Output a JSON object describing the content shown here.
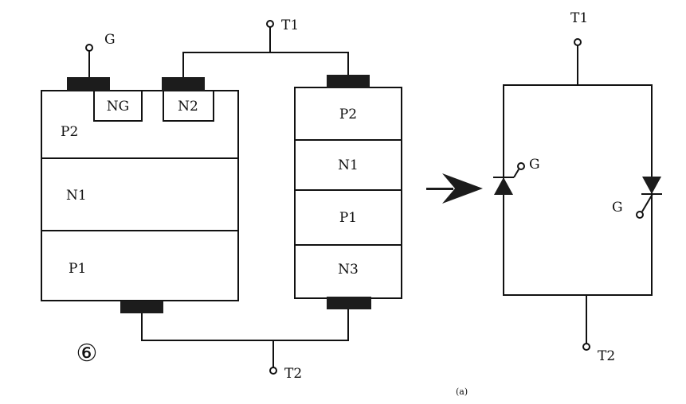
{
  "colors": {
    "ink": "#111111",
    "background": "#ffffff",
    "electrode": "#1c1c1c"
  },
  "structure": {
    "gate_terminal": "G",
    "t1_terminal": "T1",
    "t2_terminal": "T2",
    "left_stack": {
      "top": "P2",
      "region_ng": "NG",
      "region_n2": "N2",
      "middle": "N1",
      "bottom": "P1"
    },
    "right_stack": {
      "layers": [
        "P2",
        "N1",
        "P1",
        "N3"
      ]
    },
    "figure_number": "⑥"
  },
  "arrow": {
    "icon": "arrow-right-icon"
  },
  "equivalent": {
    "t1_terminal": "T1",
    "t2_terminal": "T2",
    "left_gate": "G",
    "right_gate": "G"
  },
  "caption": "(a)"
}
